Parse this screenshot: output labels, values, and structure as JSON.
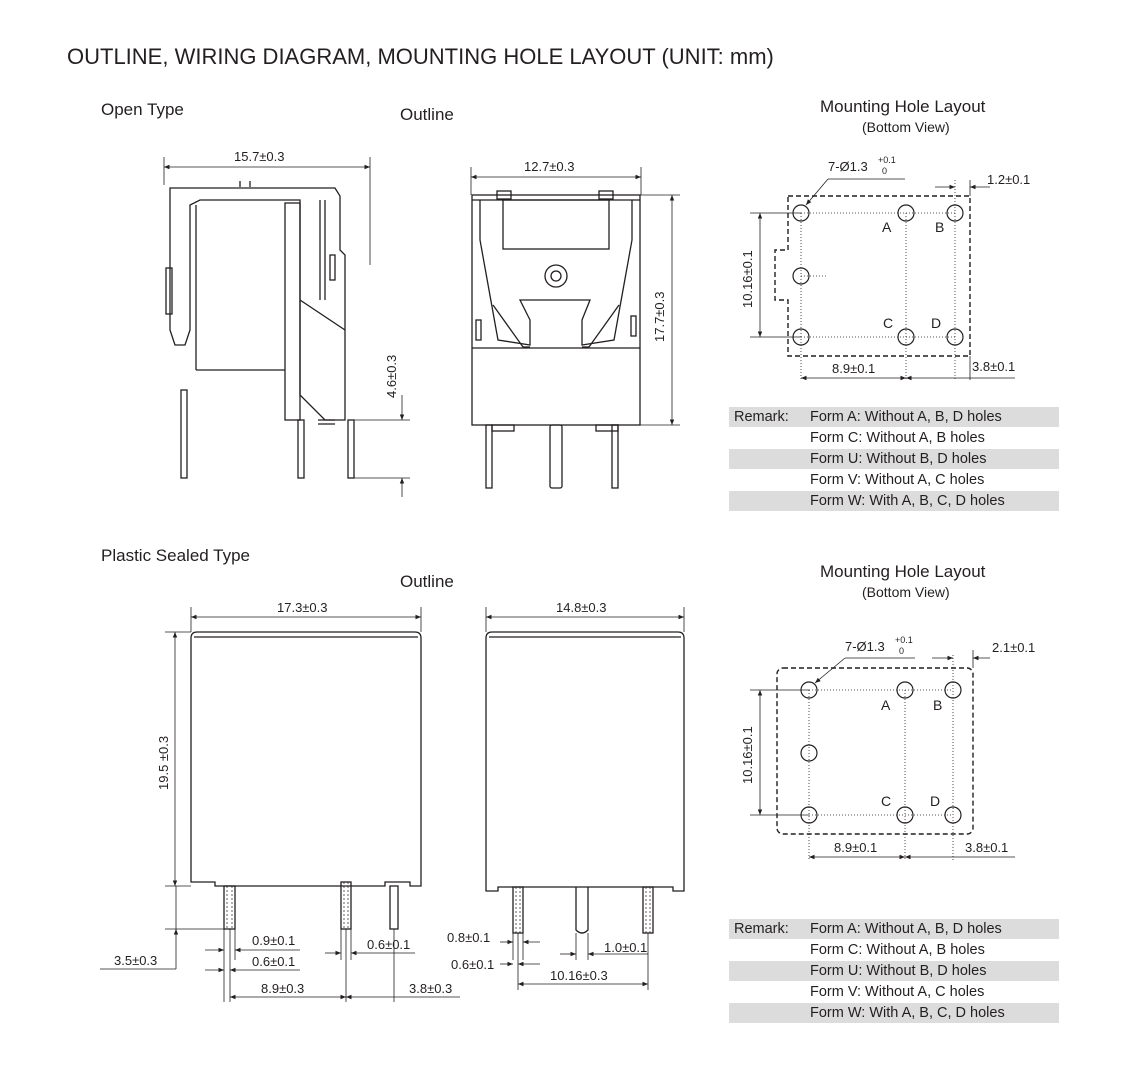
{
  "title": "OUTLINE, WIRING DIAGRAM, MOUNTING HOLE LAYOUT (UNIT: mm)",
  "open_type": {
    "heading": "Open Type",
    "outline_label": "Outline",
    "mounting_title": "Mounting Hole Layout",
    "mounting_subtitle": "(Bottom View)",
    "dims": {
      "width_side": "15.7±0.3",
      "width_front": "12.7±0.3",
      "height": "17.7±0.3",
      "pin": "4.6±0.3",
      "hole_diam": "7-Ø1.3",
      "hole_tol_top": "+0.1",
      "hole_tol_bot": "0",
      "edge": "1.2±0.1",
      "vert": "10.16±0.1",
      "horiz": "8.9±0.1",
      "right": "3.8±0.1"
    },
    "hole_labels": [
      "A",
      "B",
      "C",
      "D"
    ]
  },
  "plastic_type": {
    "heading": "Plastic Sealed Type",
    "outline_label": "Outline",
    "mounting_title": "Mounting Hole Layout",
    "mounting_subtitle": "(Bottom View)",
    "dims": {
      "width_side": "17.3±0.3",
      "width_front": "14.8±0.3",
      "height": "19.5 ±0.3",
      "pin_len": "3.5±0.3",
      "pin_a": "0.9±0.1",
      "pin_b": "0.6±0.1",
      "pin_c": "0.6±0.1",
      "spacing1": "8.9±0.3",
      "spacing2": "3.8±0.3",
      "front_a": "0.8±0.1",
      "front_b": "0.6±0.1",
      "front_c": "1.0±0.1",
      "front_span": "10.16±0.3",
      "hole_diam": "7-Ø1.3",
      "hole_tol_top": "+0.1",
      "hole_tol_bot": "0",
      "edge": "2.1±0.1",
      "vert": "10.16±0.1",
      "horiz": "8.9±0.1",
      "right": "3.8±0.1"
    },
    "hole_labels": [
      "A",
      "B",
      "C",
      "D"
    ]
  },
  "remarks": {
    "prefix": "Remark:",
    "rows": [
      "Form A: Without A, B, D holes",
      "Form C: Without A, B holes",
      "Form U: Without B, D holes",
      "Form V: Without A, C holes",
      "Form W: With A, B, C, D holes"
    ]
  }
}
